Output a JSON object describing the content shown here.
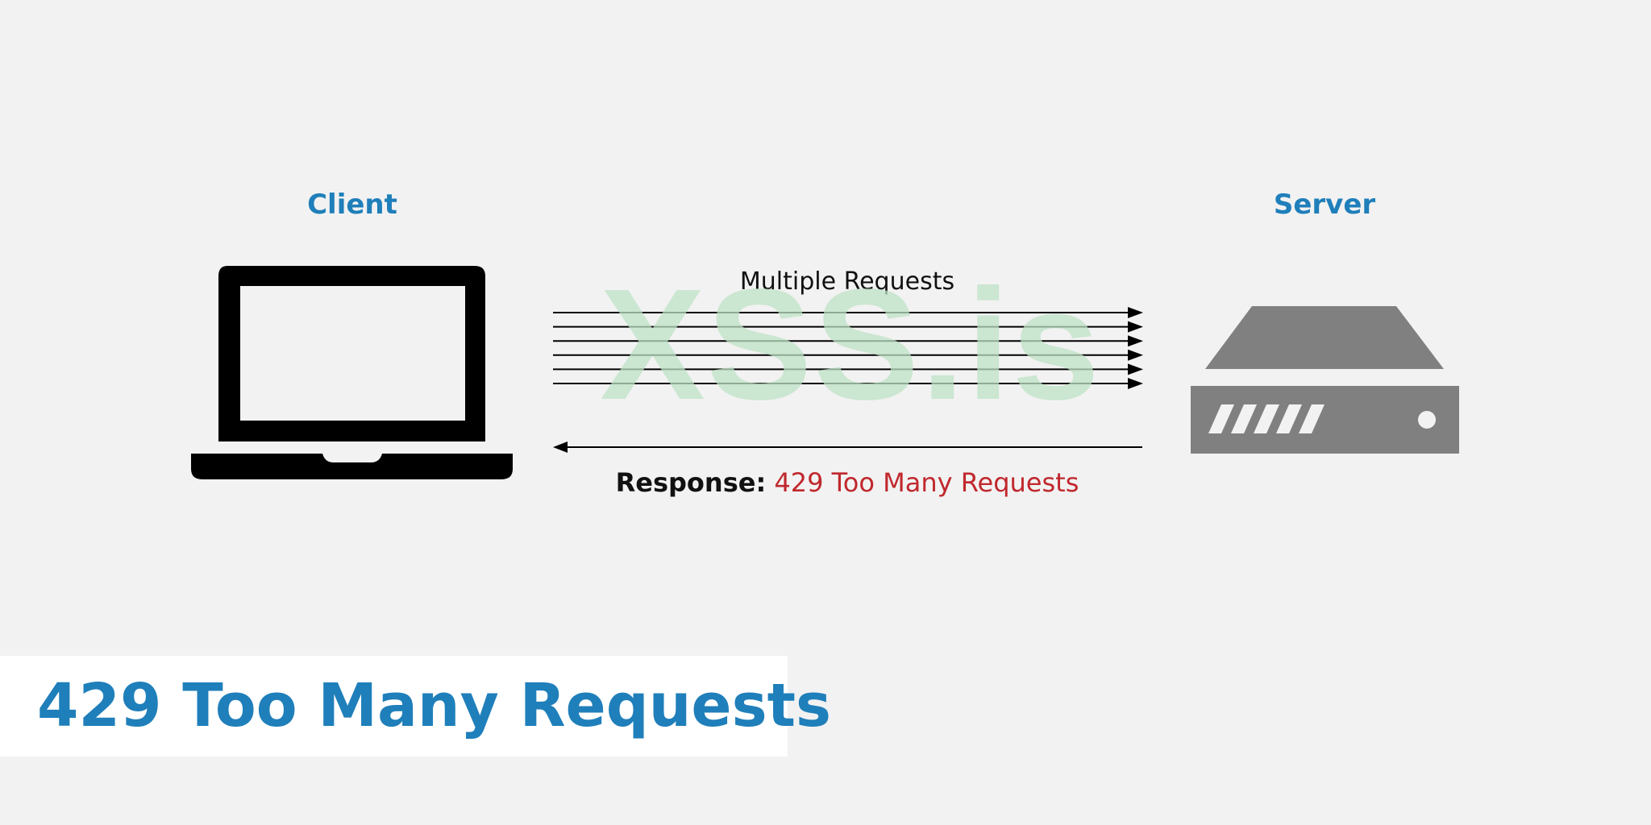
{
  "client": {
    "label": "Client"
  },
  "server": {
    "label": "Server"
  },
  "requests": {
    "label": "Multiple Requests",
    "count": 6
  },
  "response": {
    "prefix": "Response:",
    "status": "429 Too Many Requests"
  },
  "watermark": {
    "text": "XSS.is"
  },
  "title": {
    "text": "429 Too Many Requests"
  },
  "colors": {
    "background": "#f2f2f2",
    "accent_blue": "#1f7fba",
    "error_red": "#c0282d",
    "server_gray": "#808080",
    "laptop_black": "#000000",
    "watermark_green": "#bfe3c6",
    "title_panel": "#ffffff"
  },
  "icons": {
    "client": "laptop-icon",
    "server": "server-icon"
  }
}
